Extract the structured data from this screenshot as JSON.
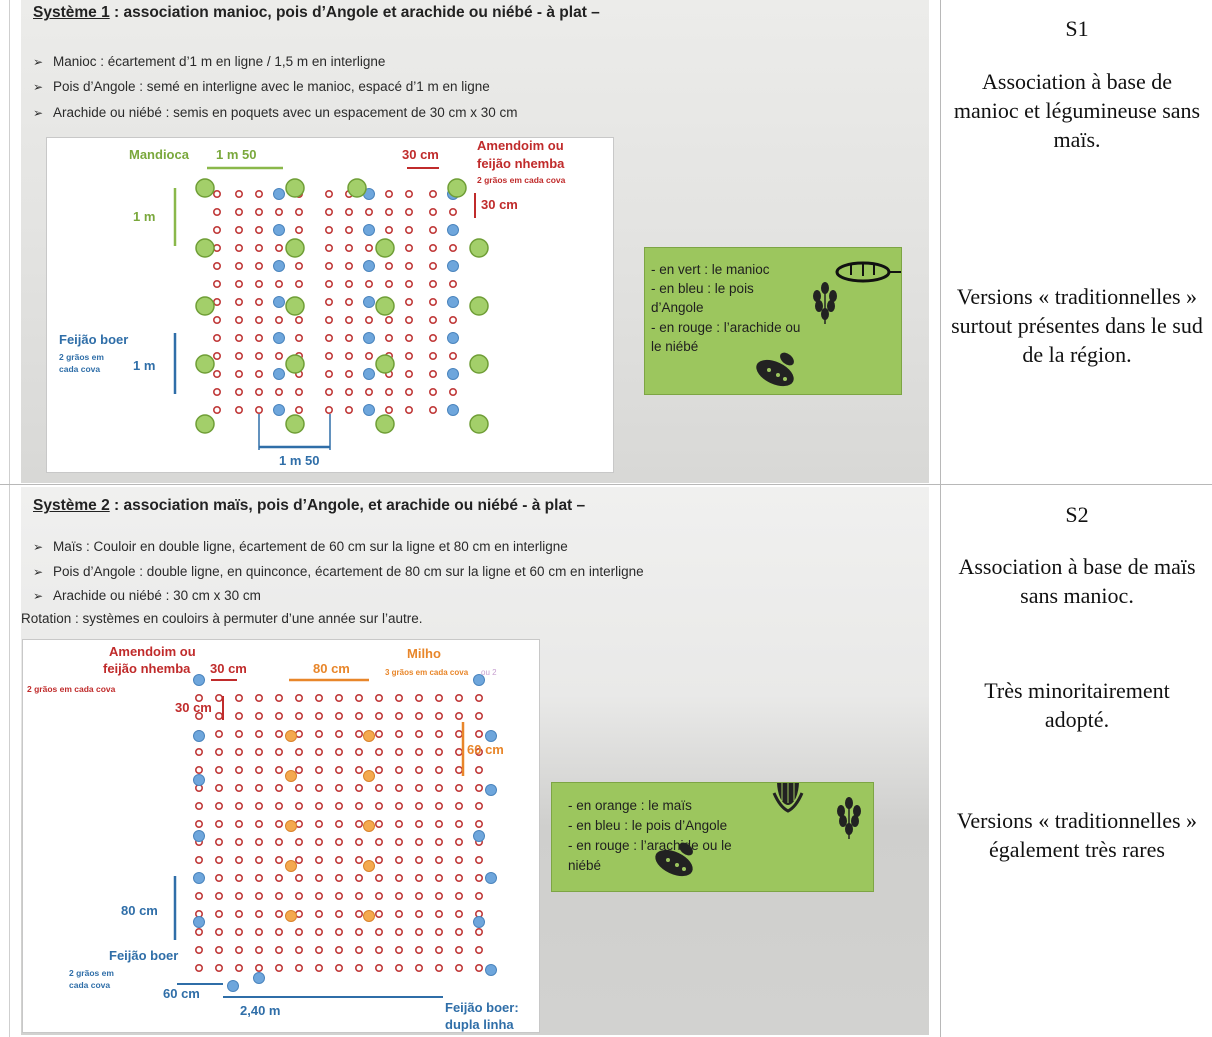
{
  "system1": {
    "title_prefix": "Système 1",
    "title_rest": " : association manioc, pois d’Angole et arachide ou niébé - à plat –",
    "bullets": [
      "Manioc : écartement d’1 m en ligne / 1,5 m en interligne",
      "Pois d’Angole : semé en interligne avec le manioc, espacé d’1 m en ligne",
      "Arachide ou niébé : semis en poquets avec un espacement de 30 cm x 30 cm"
    ],
    "diagram": {
      "label_mandioca": "Mandioca",
      "label_1m50_top": "1 m 50",
      "label_30cm": "30 cm",
      "label_amendoim": "Amendoim ou",
      "label_feijao_nhemba": "feijão nhemba",
      "label_2graos": "2 grãos em cada cova",
      "label_30cm_vert": "30 cm",
      "label_1m": "1 m",
      "label_feijao_boer": "Feijão boer",
      "label_2graos_em": "2 grãos em",
      "label_cada_cova": "cada cova",
      "label_1m_lower": "1 m",
      "label_1m50_bottom": "1 m 50"
    },
    "legend": [
      "- en vert : le manioc",
      "- en bleu : le pois",
      "d’Angole",
      "- en rouge : l’arachide ou",
      "le niébé"
    ],
    "right_code": "S1",
    "right_desc": "Association à base de manioc et légumineuse sans maïs.",
    "right_note": "Versions « traditionnelles » surtout présentes dans le sud de la région."
  },
  "system2": {
    "title_prefix": "Système 2",
    "title_rest": " : association maïs, pois d’Angole, et arachide ou niébé - à plat –",
    "bullets": [
      "Maïs : Couloir en double ligne, écartement de 60 cm sur la ligne et 80 cm en interligne",
      "Pois d’Angole : double ligne, en quinconce, écartement de 80 cm sur la ligne et 60 cm en interligne",
      "Arachide ou niébé : 30 cm x 30 cm"
    ],
    "rotation": "Rotation : systèmes en couloirs à permuter d’une année sur l’autre.",
    "diagram": {
      "label_amendoim": "Amendoim ou",
      "label_feijao_nhemba": "feijão nhemba",
      "label_30cm_top": "30 cm",
      "label_80cm": "80 cm",
      "label_milho": "Milho",
      "label_3graos": "3 grãos em cada cova",
      "label_ou2": "ou 2",
      "label_2graos": "2 grãos em cada cova",
      "label_30cm_left": "30 cm",
      "label_60cm_right": "60 cm",
      "label_80cm_left": "80 cm",
      "label_feijao_boer": "Feijão boer",
      "label_2graos_em": "2 grãos em",
      "label_cada_cova": "cada cova",
      "label_60cm_bottom": "60 cm",
      "label_240m": "2,40 m",
      "label_feijao_boer_b": "Feijão boer:",
      "label_dupla_linha": "dupla linha"
    },
    "legend": [
      "- en orange : le maïs",
      "- en bleu : le pois d’Angole",
      "- en rouge : l’arachide ou le",
      "niébé"
    ],
    "right_code": "S2",
    "right_desc": "Association à base de maïs sans manioc.",
    "right_note1": "Très minoritairement adopté.",
    "right_note2": "Versions « traditionnelles » également très rares"
  }
}
